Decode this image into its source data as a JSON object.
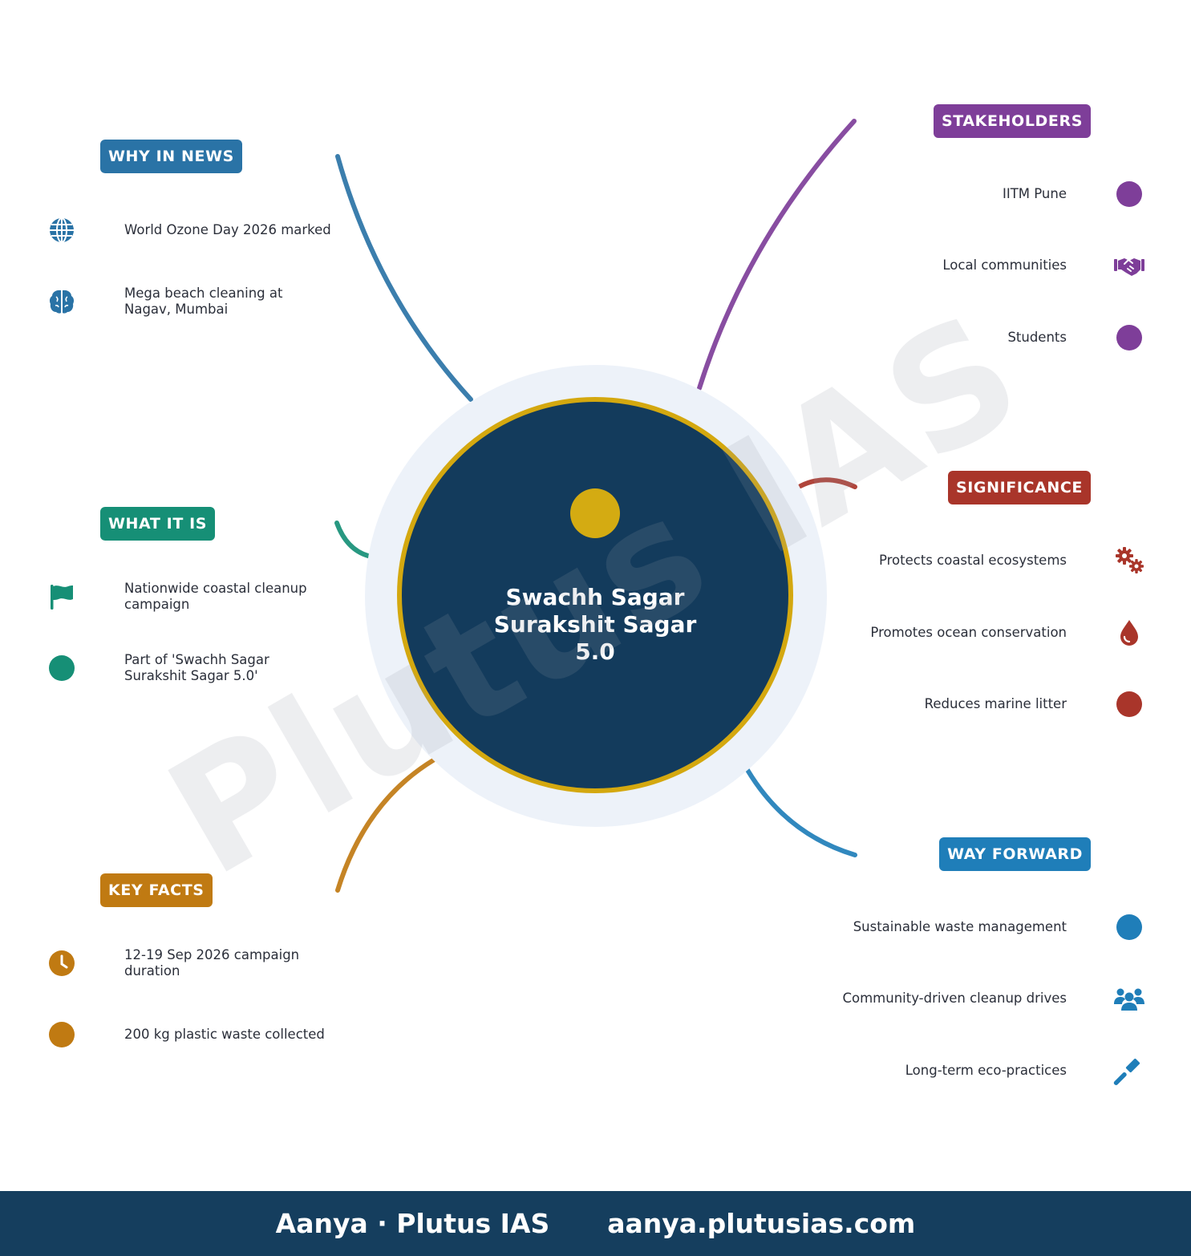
{
  "hub": {
    "title_lines": [
      "Swachh Sagar",
      "Surakshit Sagar",
      "5.0"
    ],
    "accent": "#d4ab12",
    "fill": "#133b5c"
  },
  "watermark": "Plutus IAS",
  "branches": [
    {
      "id": "why-in-news",
      "label": "WHY IN NEWS",
      "color": "#2a73a6",
      "side": "left",
      "items": [
        {
          "text": "World Ozone Day 2026 marked",
          "icon": "globe-icon"
        },
        {
          "text": "Mega beach cleaning at Nagav, Mumbai",
          "icon": "brain-icon"
        }
      ]
    },
    {
      "id": "what-it-is",
      "label": "WHAT IT IS",
      "color": "#168f76",
      "side": "left",
      "items": [
        {
          "text": "Nationwide coastal cleanup campaign",
          "icon": "flag-icon"
        },
        {
          "text": "Part of 'Swachh Sagar Surakshit Sagar 5.0'",
          "icon": "circle-icon"
        }
      ]
    },
    {
      "id": "key-facts",
      "label": "KEY FACTS",
      "color": "#c07a12",
      "side": "left",
      "items": [
        {
          "text": "12-19 Sep 2026 campaign duration",
          "icon": "clock-icon"
        },
        {
          "text": "200 kg plastic waste collected",
          "icon": "circle-icon"
        }
      ]
    },
    {
      "id": "stakeholders",
      "label": "STAKEHOLDERS",
      "color": "#7e3e99",
      "side": "right",
      "items": [
        {
          "text": "IITM Pune",
          "icon": "circle-icon"
        },
        {
          "text": "Local communities",
          "icon": "handshake-icon"
        },
        {
          "text": "Students",
          "icon": "circle-icon"
        }
      ]
    },
    {
      "id": "significance",
      "label": "SIGNIFICANCE",
      "color": "#a9352a",
      "side": "right",
      "items": [
        {
          "text": "Protects coastal ecosystems",
          "icon": "gears-icon"
        },
        {
          "text": "Promotes ocean conservation",
          "icon": "droplet-icon"
        },
        {
          "text": "Reduces marine litter",
          "icon": "circle-icon"
        }
      ]
    },
    {
      "id": "way-forward",
      "label": "WAY FORWARD",
      "color": "#1f7eb9",
      "side": "right",
      "items": [
        {
          "text": "Sustainable waste management",
          "icon": "circle-icon"
        },
        {
          "text": "Community-driven cleanup drives",
          "icon": "users-icon"
        },
        {
          "text": "Long-term eco-practices",
          "icon": "gavel-icon"
        }
      ]
    }
  ],
  "footer": {
    "author": "Aanya · Plutus IAS",
    "url": "aanya.plutusias.com"
  }
}
